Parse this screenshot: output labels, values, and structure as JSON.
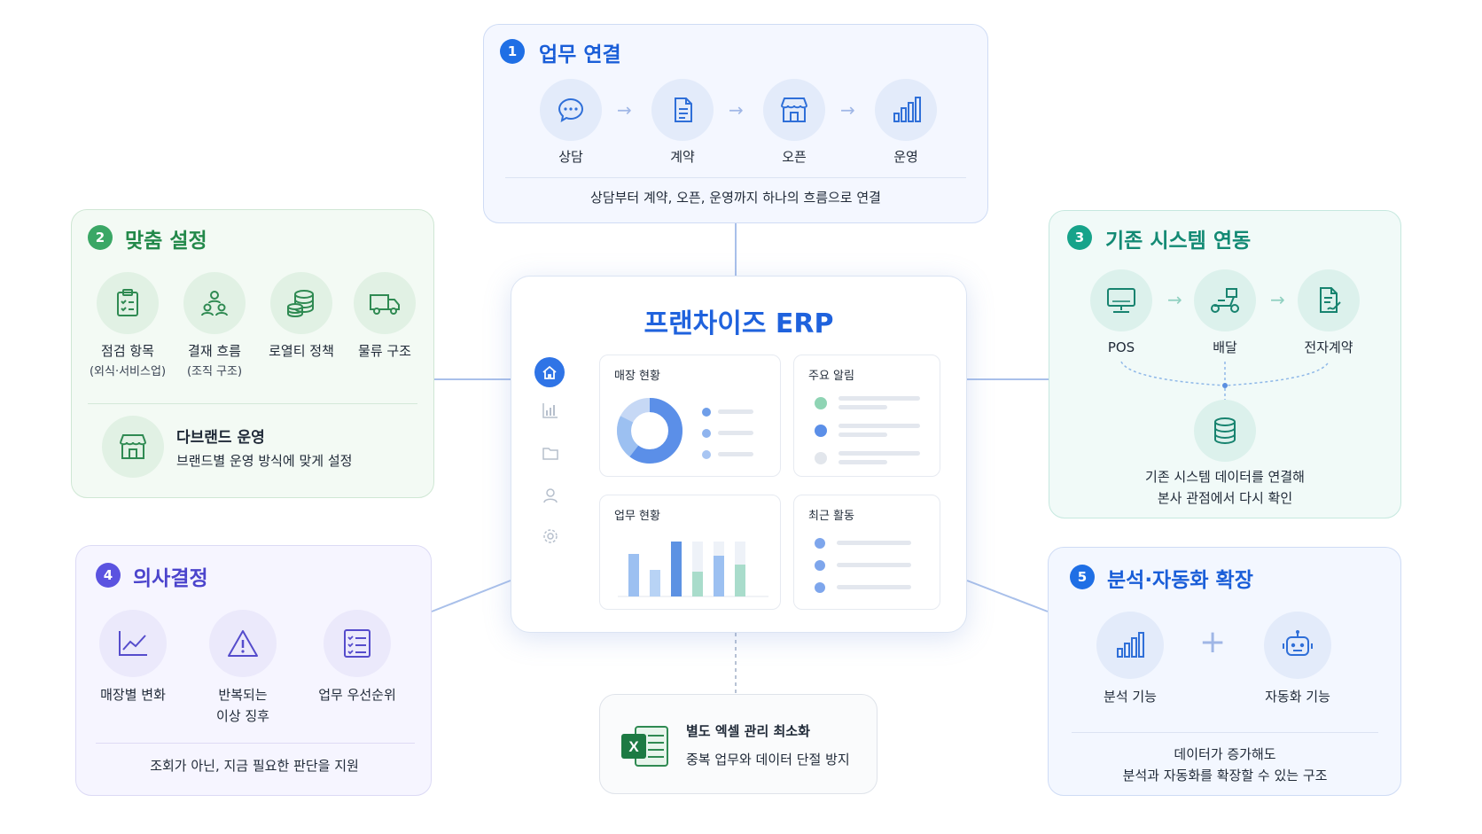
{
  "center": {
    "title": "프랜차이즈 ERP",
    "panels": {
      "sales": "매장 현황",
      "alerts": "주요 알림",
      "work": "업무 현황",
      "activity": "최근 활동"
    },
    "sidebar_icons": [
      "home-icon",
      "chart-icon",
      "folder-icon",
      "user-icon",
      "gear-icon"
    ]
  },
  "card1": {
    "num": "1",
    "title": "업무 연결",
    "steps": [
      {
        "label": "상담",
        "icon": "chat-icon"
      },
      {
        "label": "계약",
        "icon": "document-icon"
      },
      {
        "label": "오픈",
        "icon": "store-icon"
      },
      {
        "label": "운영",
        "icon": "bar-chart-icon"
      }
    ],
    "footer": "상담부터 계약, 오픈, 운영까지 하나의 흐름으로 연결"
  },
  "card2": {
    "num": "2",
    "title": "맞춤 설정",
    "items": [
      {
        "label": "점검 항목",
        "sub": "(외식·서비스업)",
        "icon": "checklist-icon"
      },
      {
        "label": "결재 흐름",
        "sub": "(조직 구조)",
        "icon": "org-icon"
      },
      {
        "label": "로열티 정책",
        "sub": "",
        "icon": "coins-icon"
      },
      {
        "label": "물류 구조",
        "sub": "",
        "icon": "truck-icon"
      }
    ],
    "multibrand": {
      "title": "다브랜드 운영",
      "desc": "브랜드별 운영 방식에 맞게 설정",
      "icon": "store-icon"
    }
  },
  "card3": {
    "num": "3",
    "title": "기존 시스템 연동",
    "items": [
      {
        "label": "POS",
        "icon": "pos-icon"
      },
      {
        "label": "배달",
        "icon": "scooter-icon"
      },
      {
        "label": "전자계약",
        "icon": "e-contract-icon"
      }
    ],
    "db_icon": "database-icon",
    "footer_line1": "기존 시스템 데이터를 연결해",
    "footer_line2": "본사 관점에서 다시 확인"
  },
  "card4": {
    "num": "4",
    "title": "의사결정",
    "items": [
      {
        "line1": "매장별 변화",
        "line2": "",
        "icon": "trend-icon"
      },
      {
        "line1": "반복되는",
        "line2": "이상 징후",
        "icon": "warning-icon"
      },
      {
        "line1": "업무 우선순위",
        "line2": "",
        "icon": "priority-list-icon"
      }
    ],
    "footer": "조회가 아닌, 지금 필요한 판단을 지원"
  },
  "card5": {
    "num": "5",
    "title": "분석·자동화 확장",
    "items": [
      {
        "label": "분석 기능",
        "icon": "bar-chart-icon"
      },
      {
        "label": "자동화 기능",
        "icon": "robot-icon"
      }
    ],
    "plus": "+",
    "footer_line1": "데이터가 증가해도",
    "footer_line2": "분석과 자동화를 확장할 수 있는 구조"
  },
  "card6": {
    "title": "별도 엑셀 관리 최소화",
    "desc": "중복 업무와 데이터 단절 방지",
    "icon": "excel-icon"
  },
  "colors": {
    "blue": "#1f6fe5",
    "green": "#2e9e58",
    "teal": "#17a38a",
    "purple": "#5b53e0"
  }
}
